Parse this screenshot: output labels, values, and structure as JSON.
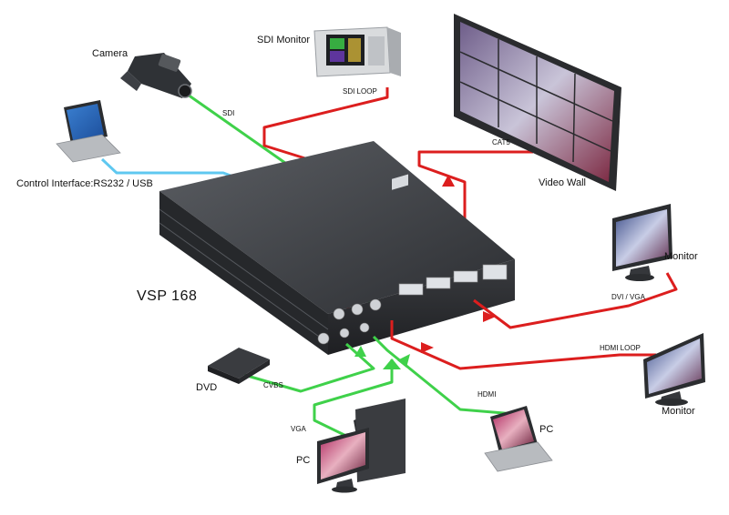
{
  "title": "VSP 168",
  "colors": {
    "sdi": "#3fd14a",
    "control": "#5fc8f0",
    "input": "#32d43f",
    "output": "#dc1e1e",
    "device": "#3a3d42"
  },
  "devices": {
    "camera": "Camera",
    "sdi_monitor": "SDI Monitor",
    "control": "Control Interface:RS232 / USB",
    "video_wall": "Video Wall",
    "monitor_top": "Monitor",
    "monitor_bottom": "Monitor",
    "dvd": "DVD",
    "pc_left": "PC",
    "pc_right": "PC"
  },
  "connections": {
    "sdi": "SDI",
    "sdi_loop": "SDI LOOP",
    "cat5": "CAT5",
    "dvi_vga": "DVI / VGA",
    "hdmi_loop": "HDMI LOOP",
    "cvbs": "CVBS",
    "hdmi": "HDMI",
    "vga": "VGA"
  }
}
